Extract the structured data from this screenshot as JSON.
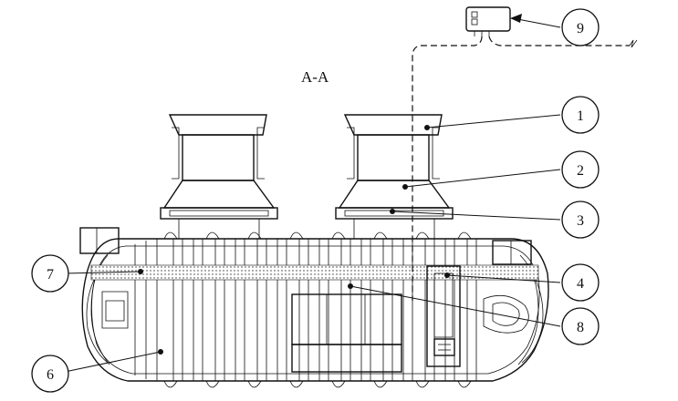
{
  "section_label": "A-A",
  "callouts": [
    {
      "id": "1",
      "label": "1"
    },
    {
      "id": "2",
      "label": "2"
    },
    {
      "id": "3",
      "label": "3"
    },
    {
      "id": "4",
      "label": "4"
    },
    {
      "id": "6",
      "label": "6"
    },
    {
      "id": "7",
      "label": "7"
    },
    {
      "id": "8",
      "label": "8"
    },
    {
      "id": "9",
      "label": "9"
    }
  ]
}
